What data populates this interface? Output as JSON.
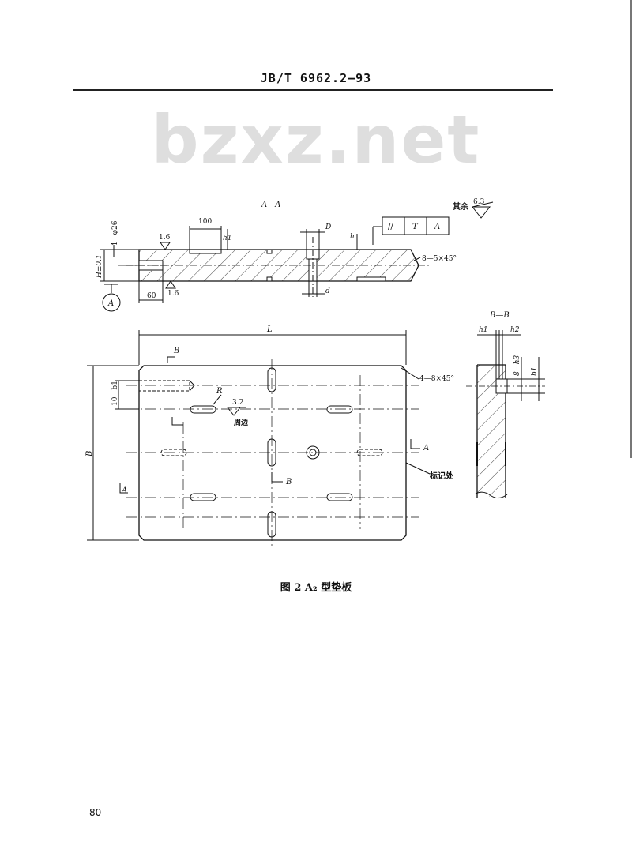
{
  "header": {
    "standard_no": "JB/T 6962.2—93"
  },
  "watermark": "bzxz.net",
  "drawing": {
    "section_aa": "A—A",
    "section_bb": "B—B",
    "rest_label": "其余",
    "rest_roughness": "6.3",
    "tolerance_frame": [
      "//",
      "T",
      "A"
    ],
    "dim_100": "100",
    "dim_h1": "h1",
    "dim_D": "D",
    "dim_h": "h",
    "dim_d": "d",
    "holes_4_phi26": "4—φ26",
    "dim_H": "H±0.1",
    "rough_1_6": "1.6",
    "rough_1_6b": "1.6",
    "datum_A": "A",
    "dim_60": "60",
    "chamfer_8": "8—5×45°",
    "dim_L": "L",
    "chamfer_4": "4—8×45°",
    "label_B1": "B",
    "label_B2": "B",
    "dim_10_b1": "10—b1",
    "radius_R": "R",
    "rough_3_2": "3.2",
    "around_edge": "周边",
    "dim_B": "B",
    "label_A1": "A",
    "label_A2": "A",
    "mark_place": "标记处",
    "bb_h1": "h1",
    "bb_h2": "h2",
    "bb_8_h3": "8—h3",
    "bb_b1": "b1"
  },
  "caption": "图 2   A₂ 型垫板",
  "page_number": "80"
}
